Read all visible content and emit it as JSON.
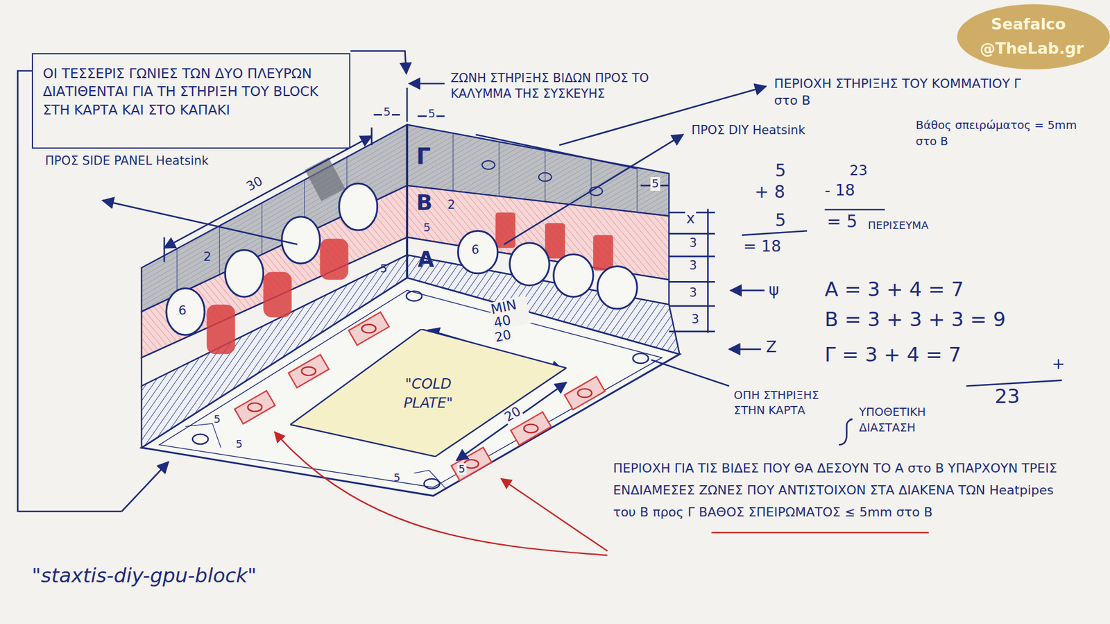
{
  "diagram": {
    "nodes": [
      {
        "text": [
          "ΟΙ ΤΕΣΣΕΡΙΣ ΓΩΝΙΕΣ ΤΩΝ ΔΥΟ ΠΛΕΥΡΩΝ ΔΙΑΤΙΘΕΝΤΑΙ ΓΙΑ ΤΗ ΣΤΗΡΙΞΗ ΤΟΥ BLOCK ΣΤΗ ΚΑΡΤΑ ΚΑΙ ΣΤΟ ΚΑΠΑΚΙ"
        ]
      },
      {
        "text": [
          "\"COLD PLATE\""
        ]
      }
    ],
    "labels": [
      "ΖΩΝΗ ΣΤΗΡΙΞΗΣ ΒΙΔΩΝ ΠΡΟΣ ΤΟ ΚΑΛΥΜΜΑ ΤΗΣ ΣΥΣΚΕΥΗΣ",
      "ΠΕΡΙΟΧΗ ΣΤΗΡΙΞΗΣ ΤΟΥ ΚΟΜΜΑΤΙΟΥ Γ στο Β",
      "ΠΡΟΣ DIY Heatsink",
      "Βάθος σπειρώματος = 5mm στο Β",
      "ΠΡΟΣ SIDE PANEL Heatsink",
      "30",
      "5",
      "5",
      "5",
      "Γ",
      "Β",
      "2",
      "5",
      "6",
      "Α",
      "2",
      "6",
      "5",
      "x",
      "3",
      "3",
      "3",
      "3",
      "ψ",
      "Z",
      "5",
      "+ 8",
      "5",
      "= 18",
      "23",
      "- 18",
      "= 5",
      "ΠΕΡΙΣΕΥΜΑ",
      "Α = 3 + 4 = 7",
      "Β = 3 + 3 + 3 = 9",
      "Γ = 3 + 4 = 7",
      "+",
      "23",
      "MIN 40",
      "20",
      "20",
      "5",
      "5",
      "5",
      "5",
      "ΟΠΗ ΣΤΗΡΙΞΗΣ ΣΤΗΝ ΚΑΡΤΑ",
      "ΥΠΟΘΕΤΙΚΗ ΔΙΑΣΤΑΣΗ",
      "ΠΕΡΙΟΧΗ ΓΙΑ ΤΙΣ ΒΙΔΕΣ ΠΟΥ ΘΑ ΔΕΣΟΥΝ ΤΟ Α στο Β ΥΠΑΡΧΟΥΝ ΤΡΕΙΣ ΕΝΔΙΑΜΕΣΕΣ ΖΩΝΕΣ ΠΟΥ ΑΝΤΙΣΤΟΙΧΟΝ ΣΤΑ ΔΙΑΚΕΝΑ ΤΩΝ Heatpipes του Β προς Γ ΒΑΘΟΣ ΣΠΕΙΡΩΜΑΤΟΣ ≤ 5mm στο Β",
      "\"staxtis-diy-gpu-block\"",
      "Seafalco",
      "@TheLab.gr"
    ]
  }
}
